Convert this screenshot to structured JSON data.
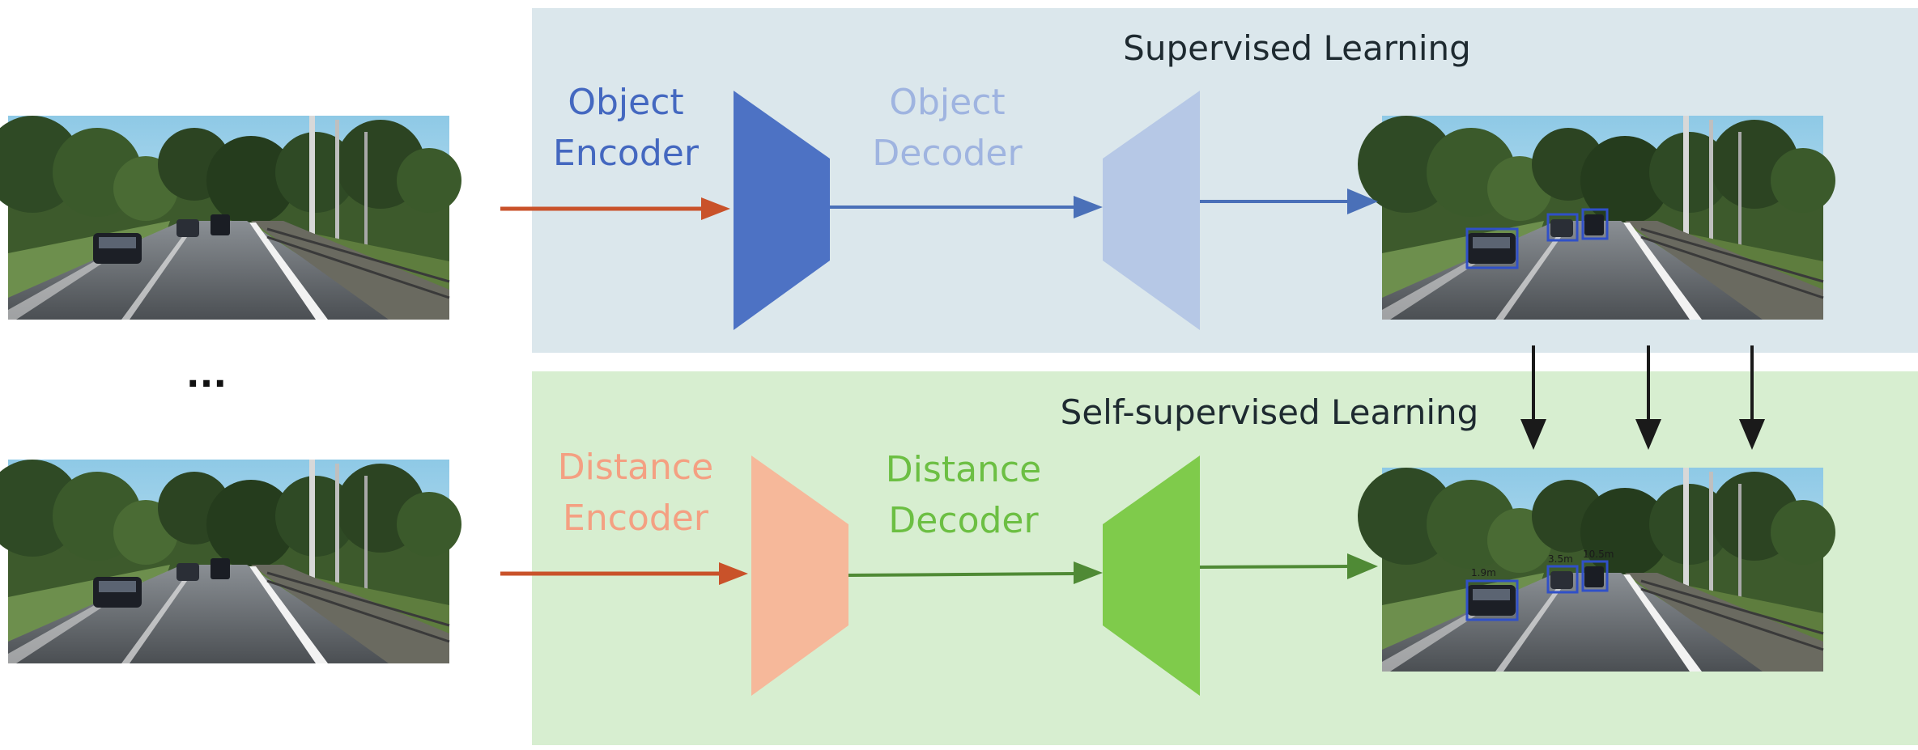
{
  "panels": {
    "supervised": {
      "title": "Supervised Learning",
      "fill": "#dbe7ec"
    },
    "self_supervised": {
      "title": "Self-supervised Learning",
      "fill": "#d7eed0"
    }
  },
  "ellipsis": "...",
  "encoders": {
    "object": {
      "line1": "Object",
      "line2": "Encoder",
      "color": "#4d72c4"
    },
    "distance": {
      "line1": "Distance",
      "line2": "Encoder",
      "color": "#f6b89a"
    }
  },
  "decoders": {
    "object": {
      "line1": "Object",
      "line2": "Decoder",
      "color": "#b6c8e6"
    },
    "distance": {
      "line1": "Distance",
      "line2": "Decoder",
      "color": "#7fcb4b"
    }
  },
  "label_colors": {
    "object_encoder": "#4468c0",
    "object_decoder": "#9fb4e0",
    "distance_encoder": "#f4a082",
    "distance_decoder": "#6cbf43"
  },
  "arrow_colors": {
    "input": "#c9522a",
    "object": "#4a70b8",
    "distance": "#4f8a35",
    "transfer": "#1a1a1a"
  },
  "detections_top": [],
  "detections_bottom": [
    "1.9m",
    "3.5m",
    "10.5m"
  ]
}
